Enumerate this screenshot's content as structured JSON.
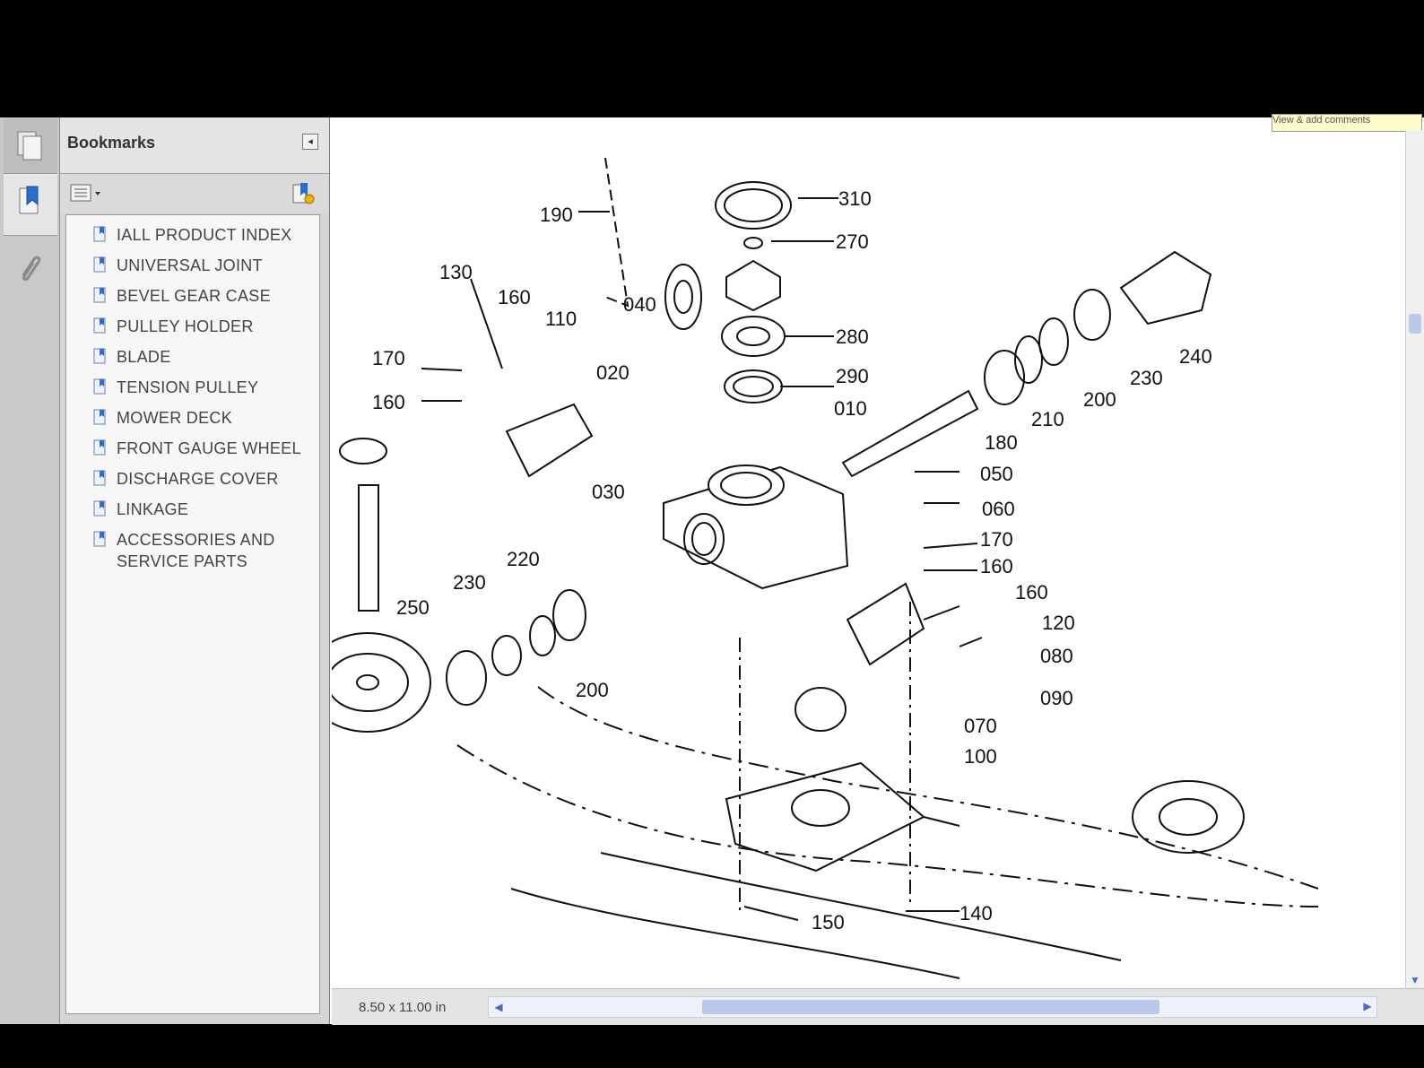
{
  "sidebar": {
    "title": "Bookmarks",
    "items": [
      {
        "label": "IALL PRODUCT INDEX"
      },
      {
        "label": "UNIVERSAL JOINT"
      },
      {
        "label": "BEVEL GEAR CASE"
      },
      {
        "label": "PULLEY HOLDER"
      },
      {
        "label": "BLADE"
      },
      {
        "label": "TENSION PULLEY"
      },
      {
        "label": "MOWER DECK"
      },
      {
        "label": "FRONT GAUGE WHEEL"
      },
      {
        "label": "DISCHARGE COVER"
      },
      {
        "label": "LINKAGE"
      },
      {
        "label": "ACCESSORIES AND\nSERVICE PARTS"
      }
    ]
  },
  "status": {
    "page_size": "8.50 x 11.00 in"
  },
  "comment_note": "View & add comments",
  "part_numbers": [
    "310",
    "270",
    "190",
    "280",
    "290",
    "130",
    "160",
    "110",
    "040",
    "020",
    "010",
    "170",
    "160",
    "030",
    "240",
    "230",
    "200",
    "210",
    "180",
    "050",
    "060",
    "170",
    "160",
    "220",
    "230",
    "250",
    "200",
    "160",
    "120",
    "080",
    "090",
    "070",
    "100",
    "150",
    "140"
  ],
  "icons": [
    "pages-icon",
    "bookmarks-icon",
    "paperclip-icon",
    "options-icon",
    "new-bookmark-icon",
    "bookmark-page-icon"
  ]
}
